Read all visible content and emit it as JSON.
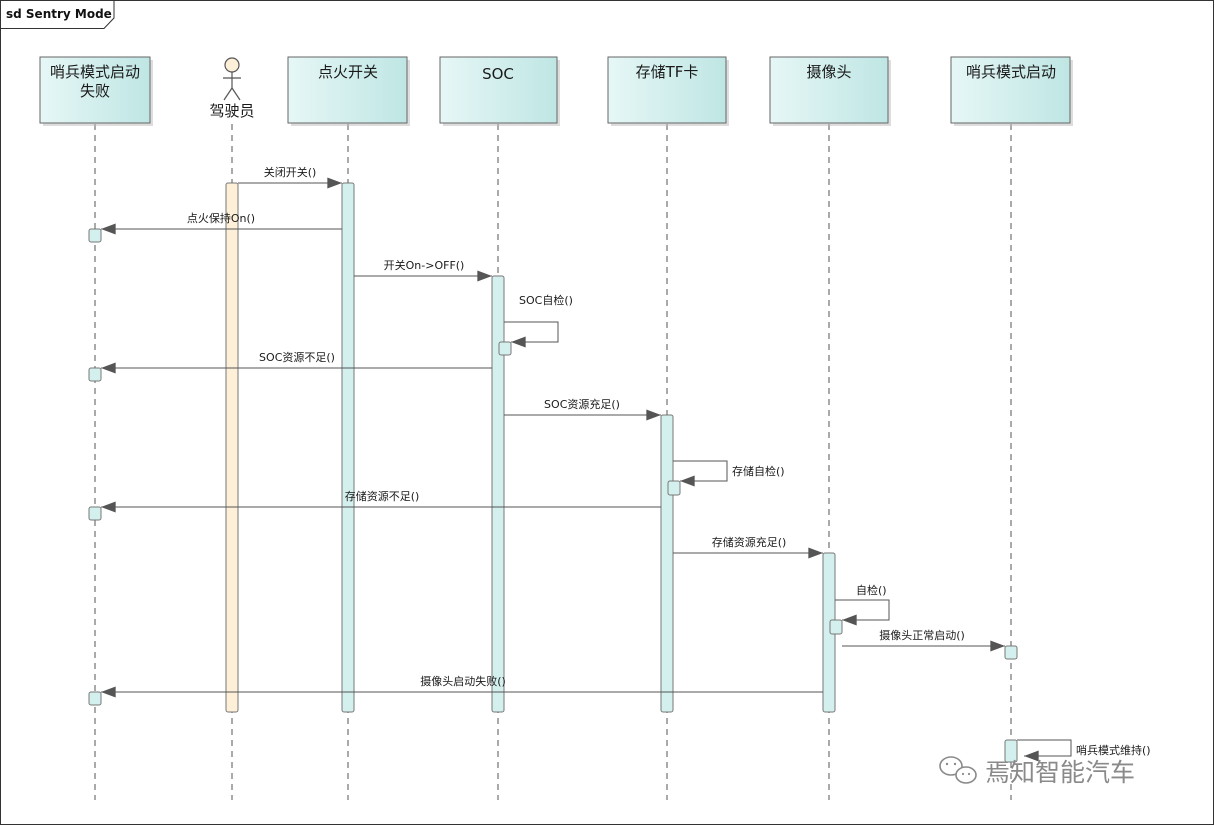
{
  "frame": {
    "title": "sd Sentry Mode"
  },
  "participants": [
    {
      "id": "fail",
      "label_lines": [
        "哨兵模式启动",
        "失败"
      ]
    },
    {
      "id": "driver",
      "label_lines": [
        "驾驶员"
      ],
      "actor": true
    },
    {
      "id": "ign",
      "label_lines": [
        "点火开关"
      ]
    },
    {
      "id": "soc",
      "label_lines": [
        "SOC"
      ]
    },
    {
      "id": "tf",
      "label_lines": [
        "存储TF卡"
      ]
    },
    {
      "id": "cam",
      "label_lines": [
        "摄像头"
      ]
    },
    {
      "id": "start",
      "label_lines": [
        "哨兵模式启动"
      ]
    }
  ],
  "messages": [
    {
      "label": "关闭开关()",
      "from": "driver",
      "to": "ign"
    },
    {
      "label": "点火保持On()",
      "from": "ign",
      "to": "fail"
    },
    {
      "label": "开关On->OFF()",
      "from": "ign",
      "to": "soc"
    },
    {
      "label": "SOC自检()",
      "from": "soc",
      "to": "soc",
      "self": true
    },
    {
      "label": "SOC资源不足()",
      "from": "soc",
      "to": "fail"
    },
    {
      "label": "SOC资源充足()",
      "from": "soc",
      "to": "tf"
    },
    {
      "label": "存储自检()",
      "from": "tf",
      "to": "tf",
      "self": true
    },
    {
      "label": "存储资源不足()",
      "from": "tf",
      "to": "fail"
    },
    {
      "label": "存储资源充足()",
      "from": "tf",
      "to": "cam"
    },
    {
      "label": "自检()",
      "from": "cam",
      "to": "cam",
      "self": true
    },
    {
      "label": "摄像头正常启动()",
      "from": "cam",
      "to": "start"
    },
    {
      "label": "摄像头启动失败()",
      "from": "cam",
      "to": "fail"
    },
    {
      "label": "哨兵模式维持()",
      "from": "start",
      "to": "start",
      "self": true
    }
  ],
  "watermark": {
    "text": "焉知智能汽车",
    "icon": "wechat-icon"
  },
  "colors": {
    "box_fill": "#d4f0ee",
    "actor_activation": "#fdefd8",
    "line": "#555555"
  }
}
